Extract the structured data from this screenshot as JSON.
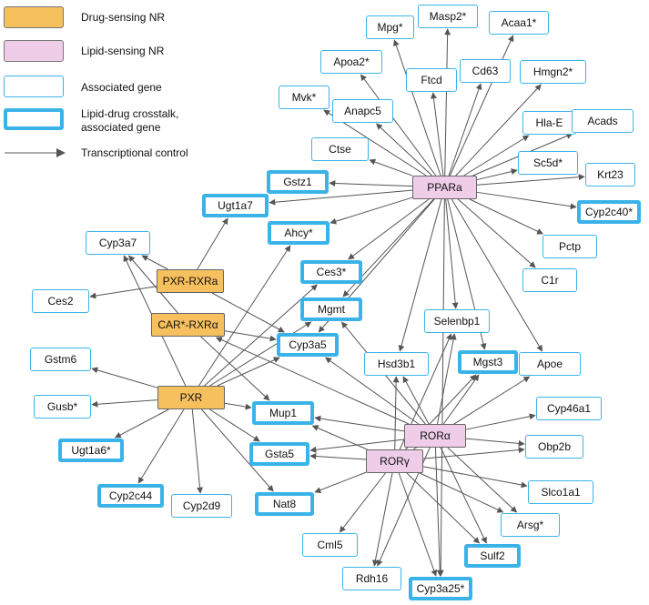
{
  "colors": {
    "drug_fill": "#f7c05f",
    "lipid_fill": "#efcde8",
    "gene_border": "#3ab4e8",
    "edge": "#555555"
  },
  "legend": {
    "drug": "Drug-sensing NR",
    "lipid": "Lipid-sensing NR",
    "gene": "Associated gene",
    "crosstalk_line1": "Lipid-drug crosstalk,",
    "crosstalk_line2": "associated gene",
    "arrow": "Transcriptional control"
  },
  "nodes": [
    {
      "id": "ppara",
      "label": "PPARa",
      "type": "lipid"
    },
    {
      "id": "rora",
      "label": "RORα",
      "type": "lipid"
    },
    {
      "id": "rorg",
      "label": "RORγ",
      "type": "lipid"
    },
    {
      "id": "pxr",
      "label": "PXR",
      "type": "drug"
    },
    {
      "id": "pxrrxr",
      "label": "PXR-RXRa",
      "type": "drug"
    },
    {
      "id": "carrxr",
      "label": "CAR*-RXRα",
      "type": "drug"
    },
    {
      "id": "mpg",
      "label": "Mpg*",
      "type": "gene"
    },
    {
      "id": "masp2",
      "label": "Masp2*",
      "type": "gene"
    },
    {
      "id": "acaa1",
      "label": "Acaa1*",
      "type": "gene"
    },
    {
      "id": "apoa2",
      "label": "Apoa2*",
      "type": "gene"
    },
    {
      "id": "ftcd",
      "label": "Ftcd",
      "type": "gene"
    },
    {
      "id": "cd63",
      "label": "Cd63",
      "type": "gene"
    },
    {
      "id": "hmgn2",
      "label": "Hmgn2*",
      "type": "gene"
    },
    {
      "id": "mvk",
      "label": "Mvk*",
      "type": "gene"
    },
    {
      "id": "anapc5",
      "label": "Anapc5",
      "type": "gene"
    },
    {
      "id": "hlae",
      "label": "Hla-E",
      "type": "gene"
    },
    {
      "id": "acads",
      "label": "Acads",
      "type": "gene"
    },
    {
      "id": "ctse",
      "label": "Ctse",
      "type": "gene"
    },
    {
      "id": "sc5d",
      "label": "Sc5d*",
      "type": "gene"
    },
    {
      "id": "krt23",
      "label": "Krt23",
      "type": "gene"
    },
    {
      "id": "gstz1",
      "label": "Gstz1",
      "type": "cross"
    },
    {
      "id": "ugt1a7",
      "label": "Ugt1a7",
      "type": "cross"
    },
    {
      "id": "cyp2c40",
      "label": "Cyp2c40*",
      "type": "cross"
    },
    {
      "id": "ahcy",
      "label": "Ahcy*",
      "type": "cross"
    },
    {
      "id": "pctp",
      "label": "Pctp",
      "type": "gene"
    },
    {
      "id": "cyp3a7",
      "label": "Cyp3a7",
      "type": "gene"
    },
    {
      "id": "ces3",
      "label": "Ces3*",
      "type": "cross"
    },
    {
      "id": "c1r",
      "label": "C1r",
      "type": "gene"
    },
    {
      "id": "ces2",
      "label": "Ces2",
      "type": "gene"
    },
    {
      "id": "mgmt",
      "label": "Mgmt",
      "type": "cross"
    },
    {
      "id": "selenbp1",
      "label": "Selenbp1",
      "type": "gene"
    },
    {
      "id": "cyp3a5",
      "label": "Cyp3a5",
      "type": "cross"
    },
    {
      "id": "gstm6",
      "label": "Gstm6",
      "type": "gene"
    },
    {
      "id": "hsd3b1",
      "label": "Hsd3b1",
      "type": "gene"
    },
    {
      "id": "mgst3",
      "label": "Mgst3",
      "type": "cross"
    },
    {
      "id": "apoe",
      "label": "Apoe",
      "type": "gene"
    },
    {
      "id": "gusb",
      "label": "Gusb*",
      "type": "gene"
    },
    {
      "id": "mup1",
      "label": "Mup1",
      "type": "cross"
    },
    {
      "id": "cyp46a1",
      "label": "Cyp46a1",
      "type": "gene"
    },
    {
      "id": "ugt1a6",
      "label": "Ugt1a6*",
      "type": "cross"
    },
    {
      "id": "obp2b",
      "label": "Obp2b",
      "type": "gene"
    },
    {
      "id": "gsta5",
      "label": "Gsta5",
      "type": "cross"
    },
    {
      "id": "cyp2c44",
      "label": "Cyp2c44",
      "type": "cross"
    },
    {
      "id": "cyp2d9",
      "label": "Cyp2d9",
      "type": "gene"
    },
    {
      "id": "nat8",
      "label": "Nat8",
      "type": "cross"
    },
    {
      "id": "slco1a1",
      "label": "Slco1a1",
      "type": "gene"
    },
    {
      "id": "arsg",
      "label": "Arsg*",
      "type": "gene"
    },
    {
      "id": "cml5",
      "label": "Cml5",
      "type": "gene"
    },
    {
      "id": "sulf2",
      "label": "Sulf2",
      "type": "cross"
    },
    {
      "id": "rdh16",
      "label": "Rdh16",
      "type": "gene"
    },
    {
      "id": "cyp3a25",
      "label": "Cyp3a25*",
      "type": "cross"
    }
  ],
  "edges": [
    [
      "ppara",
      "mpg"
    ],
    [
      "ppara",
      "masp2"
    ],
    [
      "ppara",
      "acaa1"
    ],
    [
      "ppara",
      "apoa2"
    ],
    [
      "ppara",
      "ftcd"
    ],
    [
      "ppara",
      "cd63"
    ],
    [
      "ppara",
      "hmgn2"
    ],
    [
      "ppara",
      "mvk"
    ],
    [
      "ppara",
      "anapc5"
    ],
    [
      "ppara",
      "hlae"
    ],
    [
      "ppara",
      "acads"
    ],
    [
      "ppara",
      "ctse"
    ],
    [
      "ppara",
      "sc5d"
    ],
    [
      "ppara",
      "krt23"
    ],
    [
      "ppara",
      "gstz1"
    ],
    [
      "ppara",
      "cyp2c40"
    ],
    [
      "ppara",
      "ugt1a7"
    ],
    [
      "ppara",
      "ahcy"
    ],
    [
      "ppara",
      "pctp"
    ],
    [
      "ppara",
      "c1r"
    ],
    [
      "ppara",
      "ces3"
    ],
    [
      "ppara",
      "mgmt"
    ],
    [
      "ppara",
      "cyp3a5"
    ],
    [
      "ppara",
      "selenbp1"
    ],
    [
      "ppara",
      "mgst3"
    ],
    [
      "ppara",
      "apoe"
    ],
    [
      "ppara",
      "hsd3b1"
    ],
    [
      "ppara",
      "cyp3a25"
    ],
    [
      "pxrrxr",
      "ugt1a7"
    ],
    [
      "pxrrxr",
      "cyp3a7"
    ],
    [
      "pxrrxr",
      "ces2"
    ],
    [
      "pxrrxr",
      "cyp3a5"
    ],
    [
      "carrxr",
      "cyp3a7"
    ],
    [
      "carrxr",
      "cyp3a5"
    ],
    [
      "carrxr",
      "mup1"
    ],
    [
      "pxr",
      "cyp3a7"
    ],
    [
      "pxr",
      "ahcy"
    ],
    [
      "pxr",
      "ces3"
    ],
    [
      "pxr",
      "mgmt"
    ],
    [
      "pxr",
      "cyp3a5"
    ],
    [
      "pxr",
      "gstm6"
    ],
    [
      "pxr",
      "gusb"
    ],
    [
      "pxr",
      "ugt1a6"
    ],
    [
      "pxr",
      "cyp2c44"
    ],
    [
      "pxr",
      "cyp2d9"
    ],
    [
      "pxr",
      "nat8"
    ],
    [
      "pxr",
      "gsta5"
    ],
    [
      "pxr",
      "mup1"
    ],
    [
      "rora",
      "mup1"
    ],
    [
      "rora",
      "hsd3b1"
    ],
    [
      "rora",
      "mgst3"
    ],
    [
      "rora",
      "selenbp1"
    ],
    [
      "rora",
      "cyp3a5"
    ],
    [
      "rora",
      "cyp46a1"
    ],
    [
      "rora",
      "obp2b"
    ],
    [
      "rora",
      "gsta5"
    ],
    [
      "rora",
      "carrxr"
    ],
    [
      "rora",
      "mgmt"
    ],
    [
      "rora",
      "arsg"
    ],
    [
      "rora",
      "sulf2"
    ],
    [
      "rora",
      "cyp3a25"
    ],
    [
      "rora",
      "rdh16"
    ],
    [
      "rorg",
      "mup1"
    ],
    [
      "rorg",
      "gsta5"
    ],
    [
      "rorg",
      "nat8"
    ],
    [
      "rorg",
      "cml5"
    ],
    [
      "rorg",
      "rdh16"
    ],
    [
      "rorg",
      "cyp3a25"
    ],
    [
      "rorg",
      "sulf2"
    ],
    [
      "rorg",
      "arsg"
    ],
    [
      "rorg",
      "slco1a1"
    ],
    [
      "rorg",
      "obp2b"
    ],
    [
      "rorg",
      "mgst3"
    ],
    [
      "rorg",
      "hsd3b1"
    ],
    [
      "rorg",
      "apoe"
    ],
    [
      "rorg",
      "selenbp1"
    ]
  ]
}
